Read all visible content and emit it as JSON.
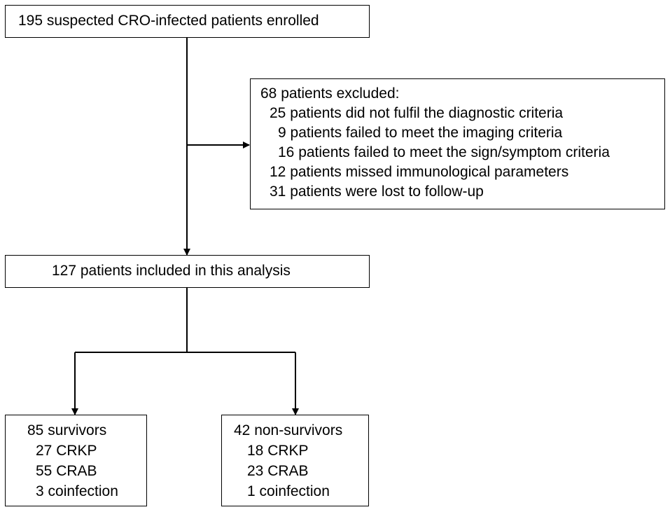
{
  "enrolled": {
    "text": "195 suspected CRO-infected patients enrolled"
  },
  "excluded": {
    "lines": [
      "68 patients excluded:",
      "25 patients did not fulfil the diagnostic criteria",
      "9 patients failed to meet the imaging criteria",
      "16 patients failed to meet the sign/symptom criteria",
      "12 patients missed immunological parameters",
      "31 patients were lost to follow-up"
    ]
  },
  "included": {
    "text": "127 patients included in this analysis"
  },
  "survivors": {
    "lines": [
      "85 survivors",
      "27 CRKP",
      "55 CRAB",
      "3 coinfection"
    ]
  },
  "non_survivors": {
    "lines": [
      "42 non-survivors",
      "18 CRKP",
      "23 CRAB",
      "1 coinfection"
    ]
  },
  "colors": {
    "stroke": "#000000",
    "background": "#ffffff"
  }
}
